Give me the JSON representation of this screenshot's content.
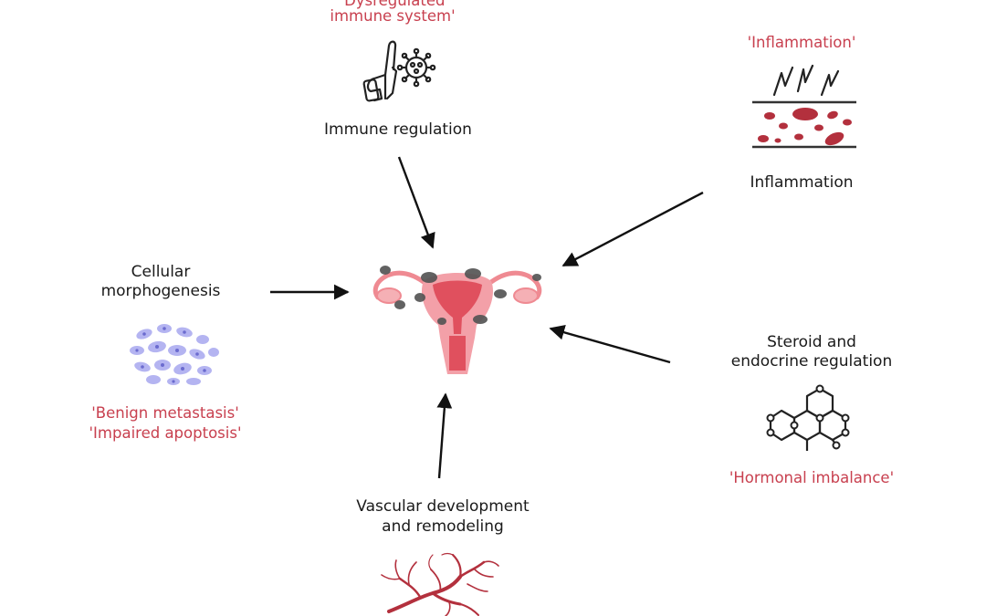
{
  "top": {
    "red_line1": "'Dysregulated",
    "red_line2": "immune system'",
    "label": "Immune regulation"
  },
  "top_right": {
    "red": "'Inflammation'",
    "label": "Inflammation"
  },
  "left": {
    "label_line1": "Cellular",
    "label_line2": "morphogenesis",
    "red_line1": "'Benign metastasis'",
    "red_line2": "'Impaired apoptosis'"
  },
  "right": {
    "label_line1": "Steroid and",
    "label_line2": "endocrine regulation",
    "red": "'Hormonal imbalance'"
  },
  "bottom": {
    "label_line1": "Vascular development",
    "label_line2": "and remodeling"
  },
  "icons": {
    "immune": "hand-virus-icon",
    "inflammation": "blood-vessel-cells-icon",
    "cells": "cell-cluster-icon",
    "steroid": "steroid-molecule-icon",
    "vessels": "blood-vessel-branches-icon",
    "center": "uterus-icon"
  },
  "colors": {
    "accent_red": "#c8404f",
    "uterus": "#e0505e",
    "lesion": "#555555",
    "cells": "#9a9ae8",
    "arrow": "#111111"
  }
}
